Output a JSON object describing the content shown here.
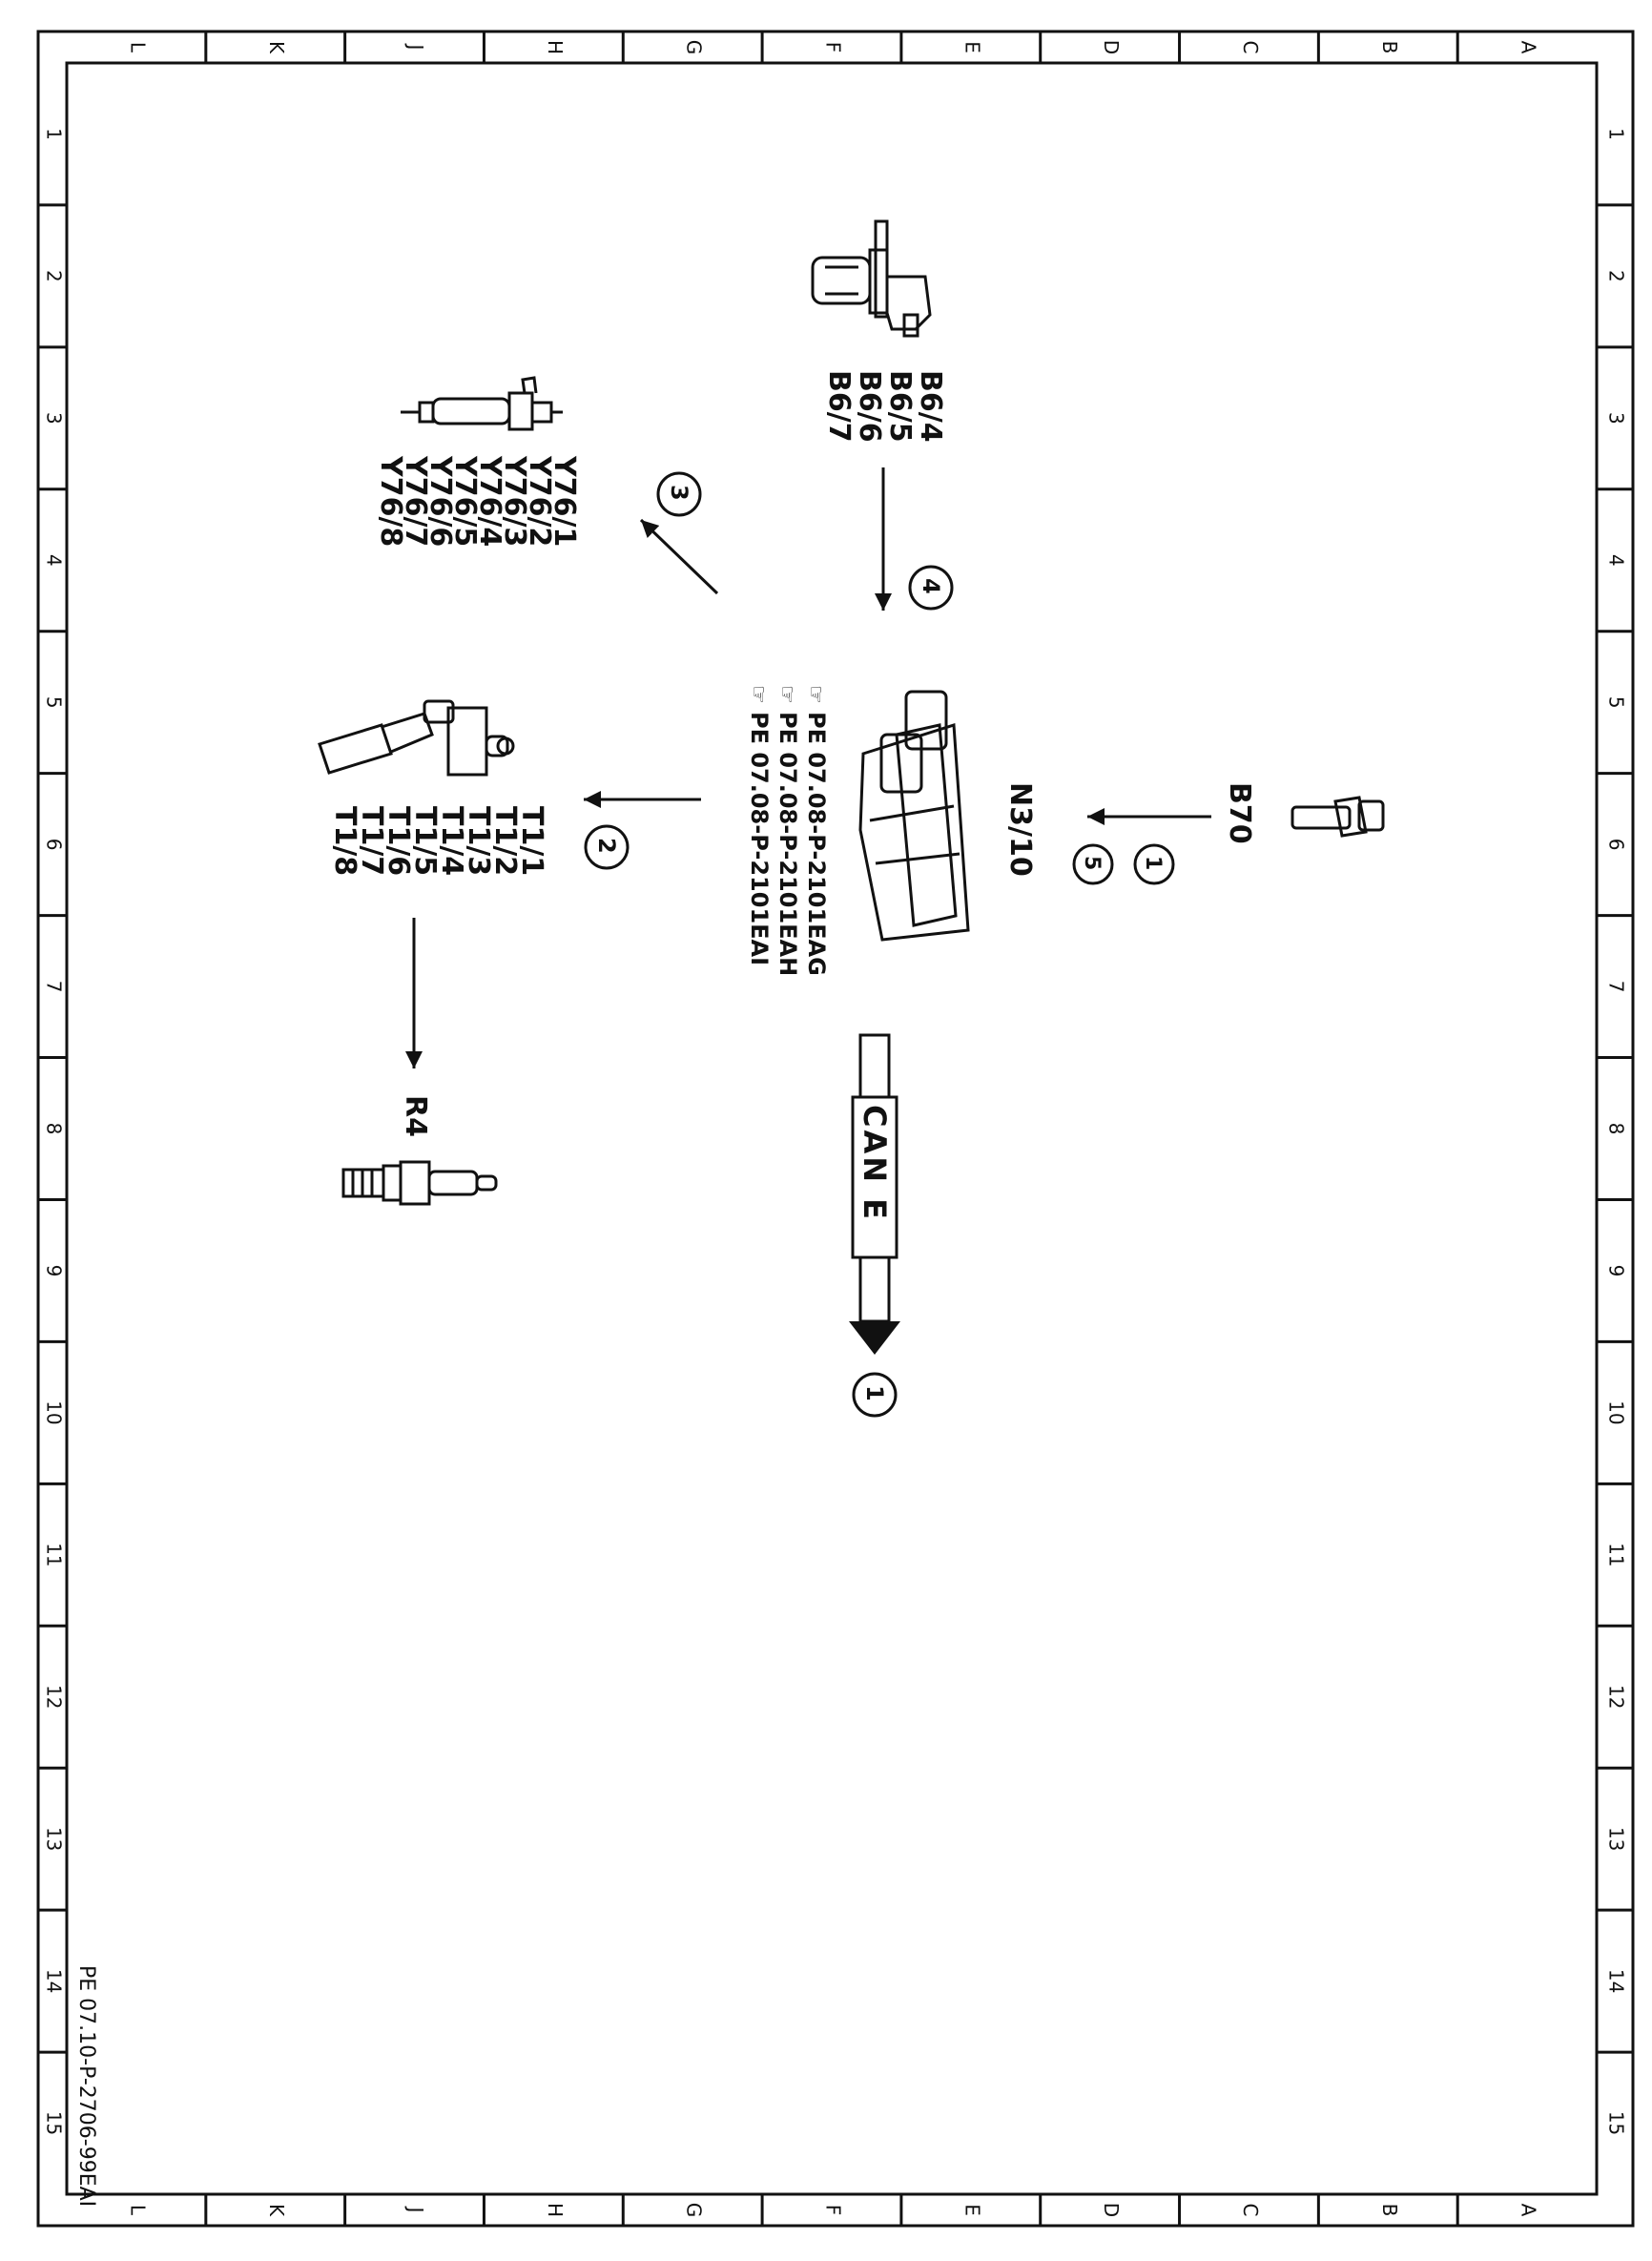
{
  "grid": {
    "columns": [
      "L",
      "K",
      "J",
      "H",
      "G",
      "F",
      "E",
      "D",
      "C",
      "B",
      "A"
    ],
    "rows": [
      "1",
      "2",
      "3",
      "4",
      "5",
      "6",
      "7",
      "8",
      "9",
      "10",
      "11",
      "12",
      "13",
      "14",
      "15"
    ]
  },
  "document_id": "PE 07.10-P-2706-99EAI",
  "components": {
    "ecu": "N3/10",
    "crank_sensor": "B70",
    "camshaft_sensors": [
      "B6/4",
      "B6/5",
      "B6/6",
      "B6/7"
    ],
    "injectors": [
      "Y76/1",
      "Y76/2",
      "Y76/3",
      "Y76/4",
      "Y76/5",
      "Y76/6",
      "Y76/7",
      "Y76/8"
    ],
    "ignition_coils": [
      "T1/1",
      "T1/2",
      "T1/3",
      "T1/4",
      "T1/5",
      "T1/6",
      "T1/7",
      "T1/8"
    ],
    "spark_plug": "R4"
  },
  "references": [
    "PE  07.08-P-2101EAG",
    "PE  07.08-P-2101EAH",
    "PE  07.08-P-2101EAI"
  ],
  "bus_label": "CAN E",
  "circled_numbers": {
    "injectors": "3",
    "camshaft": "4",
    "coils": "2",
    "crank_a": "1",
    "crank_b": "5",
    "can_out": "1"
  }
}
